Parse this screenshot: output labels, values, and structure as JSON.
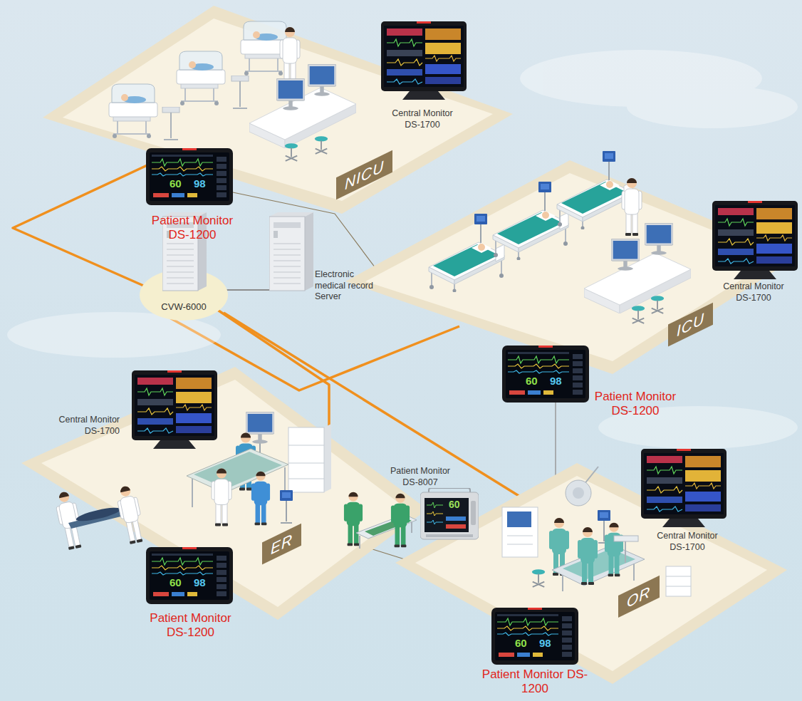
{
  "diagram": {
    "nodes": [
      {
        "text": [
          "NICU"
        ]
      },
      {
        "text": [
          "Central Monitor DS-1700"
        ]
      },
      {
        "text": [
          "Patient Monitor DS-1200"
        ]
      },
      {
        "text": [
          "CVW-6000"
        ]
      },
      {
        "text": [
          "Electronic medical record Server"
        ]
      },
      {
        "text": [
          "ICU"
        ]
      },
      {
        "text": [
          "Central Monitor DS-1700"
        ]
      },
      {
        "text": [
          "Patient Monitor DS-1200"
        ]
      },
      {
        "text": [
          "Central Monitor DS-1700"
        ]
      },
      {
        "text": [
          "ER"
        ]
      },
      {
        "text": [
          "Patient Monitor DS-1200"
        ]
      },
      {
        "text": [
          "Patient Monitor DS-8007"
        ]
      },
      {
        "text": [
          "Central Monitor DS-1700"
        ]
      },
      {
        "text": [
          "OR"
        ]
      },
      {
        "text": [
          "Patient Monitor DS-1200"
        ]
      }
    ],
    "edges": [
      {
        "from": 3,
        "to": 0,
        "arrow": "none"
      },
      {
        "from": 3,
        "to": 5,
        "arrow": "none"
      },
      {
        "from": 3,
        "to": 9,
        "arrow": "none"
      },
      {
        "from": 3,
        "to": 13,
        "arrow": "none"
      },
      {
        "from": 3,
        "to": 4,
        "arrow": "none"
      },
      {
        "from": 2,
        "to": 5,
        "arrow": "none"
      },
      {
        "from": 7,
        "to": 13,
        "arrow": "none"
      },
      {
        "from": 9,
        "to": 13,
        "arrow": "none"
      }
    ],
    "labels": [
      "60",
      "98",
      "60",
      "98",
      "60",
      "98",
      "60",
      "98",
      "60"
    ]
  }
}
